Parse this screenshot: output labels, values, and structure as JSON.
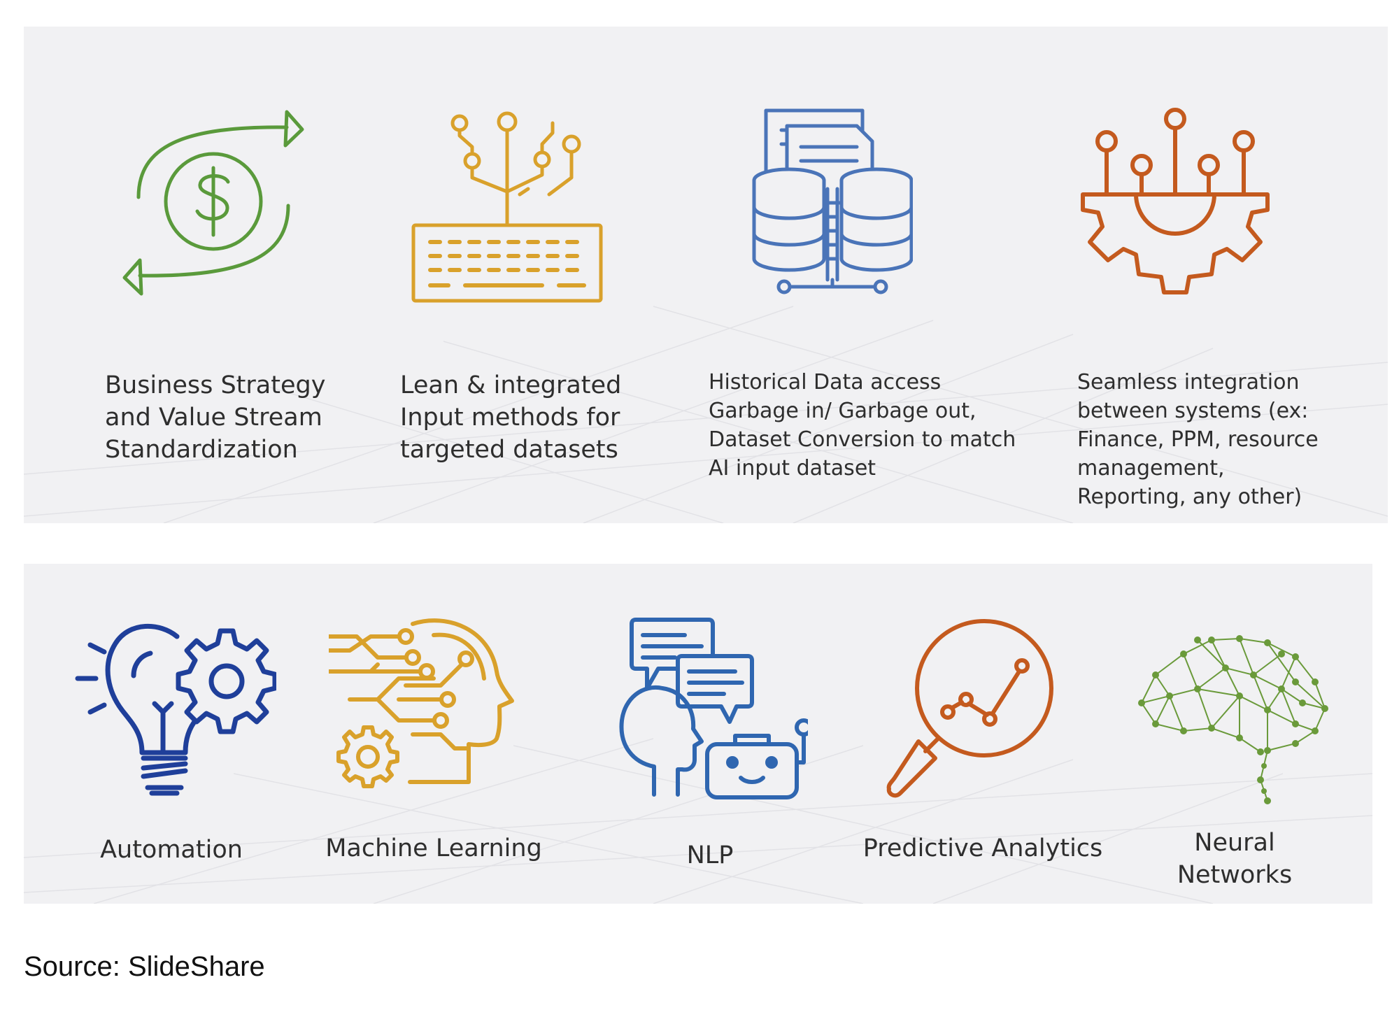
{
  "top_row": [
    {
      "label": "Business Strategy\nand Value Stream\nStandardization",
      "icon": "dollar-cycle-icon",
      "color": "#5a9a3b"
    },
    {
      "label": "Lean & integrated\nInput methods for\ntargeted datasets",
      "icon": "keyboard-circuit-icon",
      "color": "#d9a12b"
    },
    {
      "label": "Historical Data access\nGarbage in/ Garbage out,\nDataset Conversion to match\nAI input dataset",
      "icon": "database-documents-icon",
      "color": "#4a74b8"
    },
    {
      "label": "Seamless integration\nbetween systems (ex:\nFinance, PPM, resource\nmanagement,\nReporting, any other)",
      "icon": "gear-circuit-icon",
      "color": "#c45a1e"
    }
  ],
  "bottom_row": [
    {
      "label": "Automation",
      "icon": "lightbulb-gear-icon",
      "color": "#1f3f9a"
    },
    {
      "label": "Machine Learning",
      "icon": "head-circuit-icon",
      "color": "#d9a12b"
    },
    {
      "label": "NLP",
      "icon": "chat-robot-icon",
      "color": "#2f66b0"
    },
    {
      "label": "Predictive Analytics",
      "icon": "magnifier-chart-icon",
      "color": "#c45a1e"
    },
    {
      "label": "Neural\nNetworks",
      "icon": "neural-brain-icon",
      "color": "#6a9a3a"
    }
  ],
  "source": "Source: SlideShare"
}
